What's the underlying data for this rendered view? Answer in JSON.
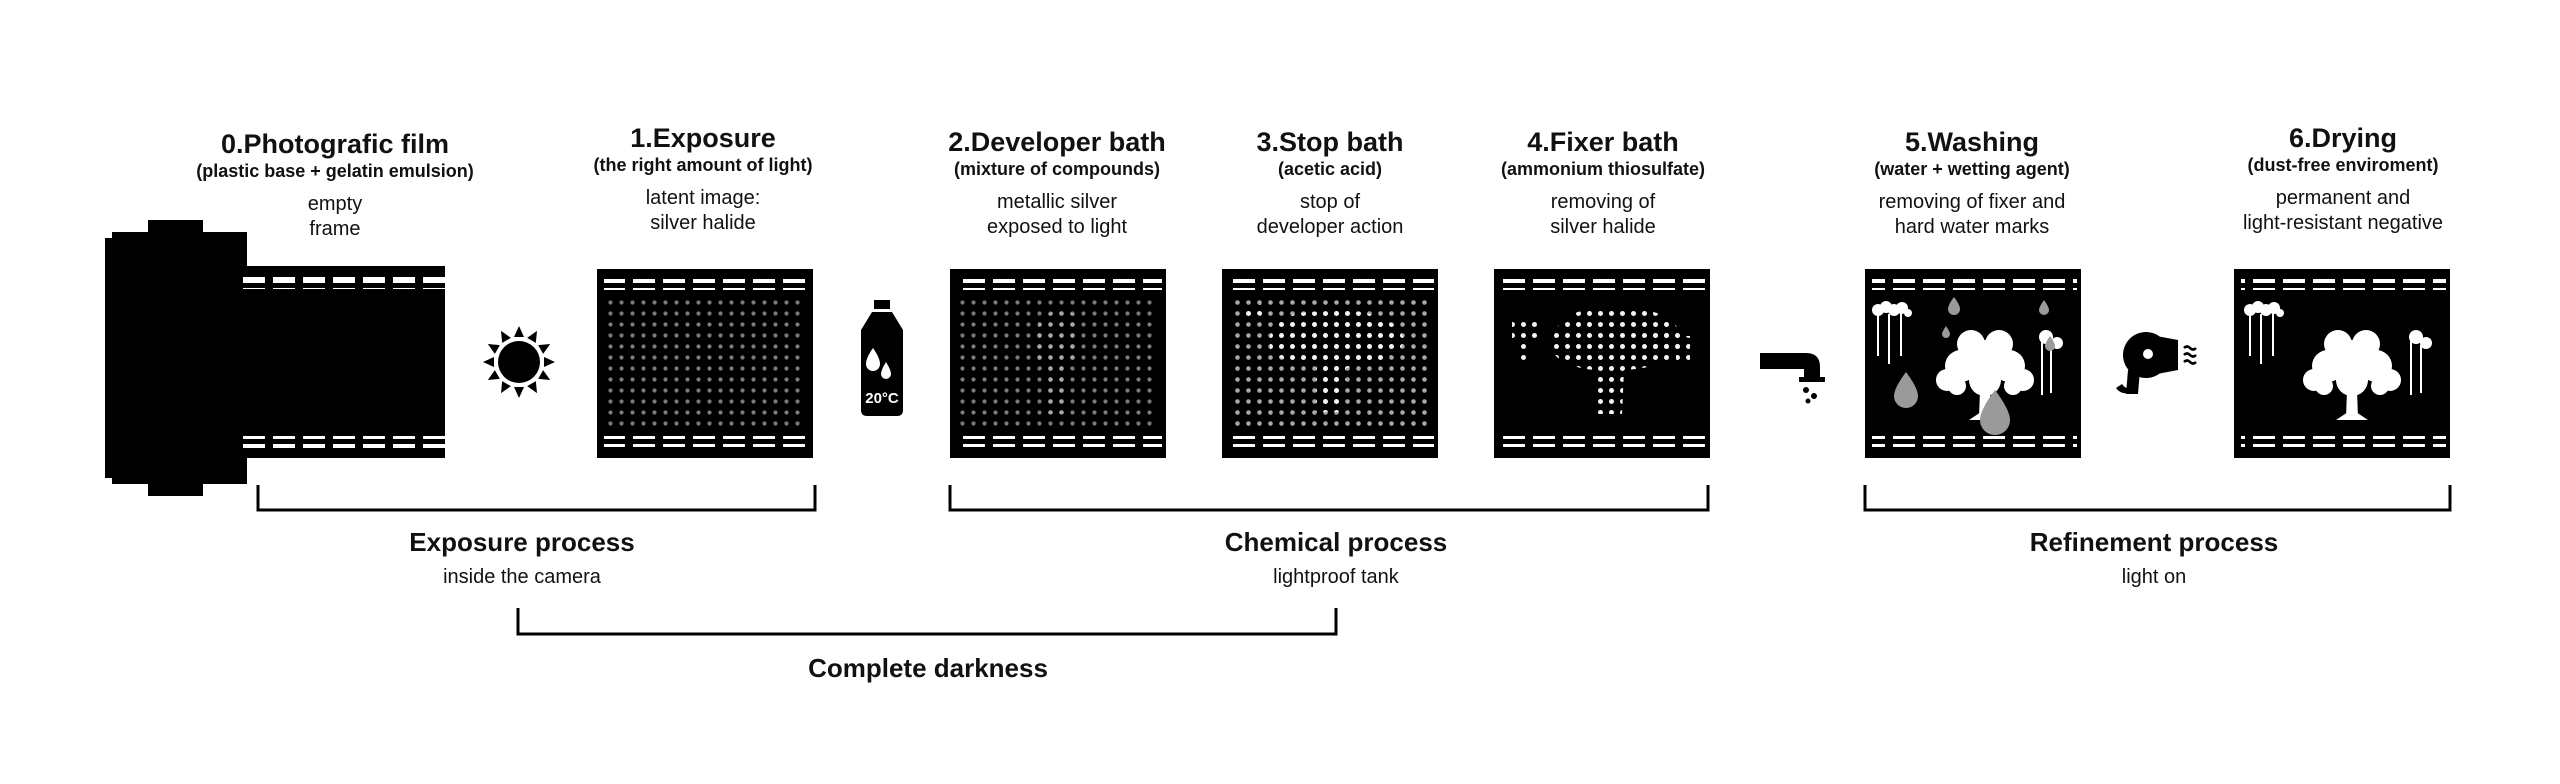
{
  "steps": [
    {
      "title": "0.Photografic film",
      "subtitle": "(plastic base + gelatin emulsion)",
      "desc1": "empty",
      "desc2": "frame"
    },
    {
      "title": "1.Exposure",
      "subtitle": "(the right amount of light)",
      "desc1": "latent image:",
      "desc2": "silver halide"
    },
    {
      "title": "2.Developer bath",
      "subtitle": "(mixture of compounds)",
      "desc1": "metallic silver",
      "desc2": "exposed to light"
    },
    {
      "title": "3.Stop bath",
      "subtitle": "(acetic acid)",
      "desc1": "stop of",
      "desc2": "developer action"
    },
    {
      "title": "4.Fixer bath",
      "subtitle": "(ammonium thiosulfate)",
      "desc1": "removing of",
      "desc2": "silver halide"
    },
    {
      "title": "5.Washing",
      "subtitle": "(water + wetting agent)",
      "desc1": "removing of fixer and",
      "desc2": "hard water marks"
    },
    {
      "title": "6.Drying",
      "subtitle": "(dust-free enviroment)",
      "desc1": "permanent and",
      "desc2": "light-resistant negative"
    }
  ],
  "groups": [
    {
      "title": "Exposure process",
      "subtitle": "inside the camera"
    },
    {
      "title": "Chemical process",
      "subtitle": "lightproof tank"
    },
    {
      "title": "Refinement process",
      "subtitle": "light on"
    },
    {
      "title": "Complete darkness",
      "subtitle": ""
    }
  ],
  "icons": {
    "bottle_label": "20°C"
  }
}
